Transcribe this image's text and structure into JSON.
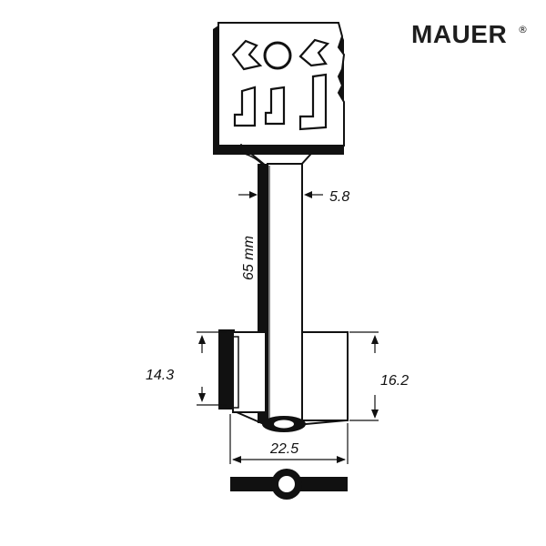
{
  "brand": {
    "name": "MAUER",
    "mark": "®"
  },
  "dimensions": {
    "shank_width": "5.8",
    "shank_length": "65 mm",
    "left_bit_height": "14.3",
    "right_bit_height": "16.2",
    "bit_span": "22.5"
  },
  "colors": {
    "outline": "#111111",
    "fill": "#ffffff",
    "text": "#1e1e1e"
  }
}
